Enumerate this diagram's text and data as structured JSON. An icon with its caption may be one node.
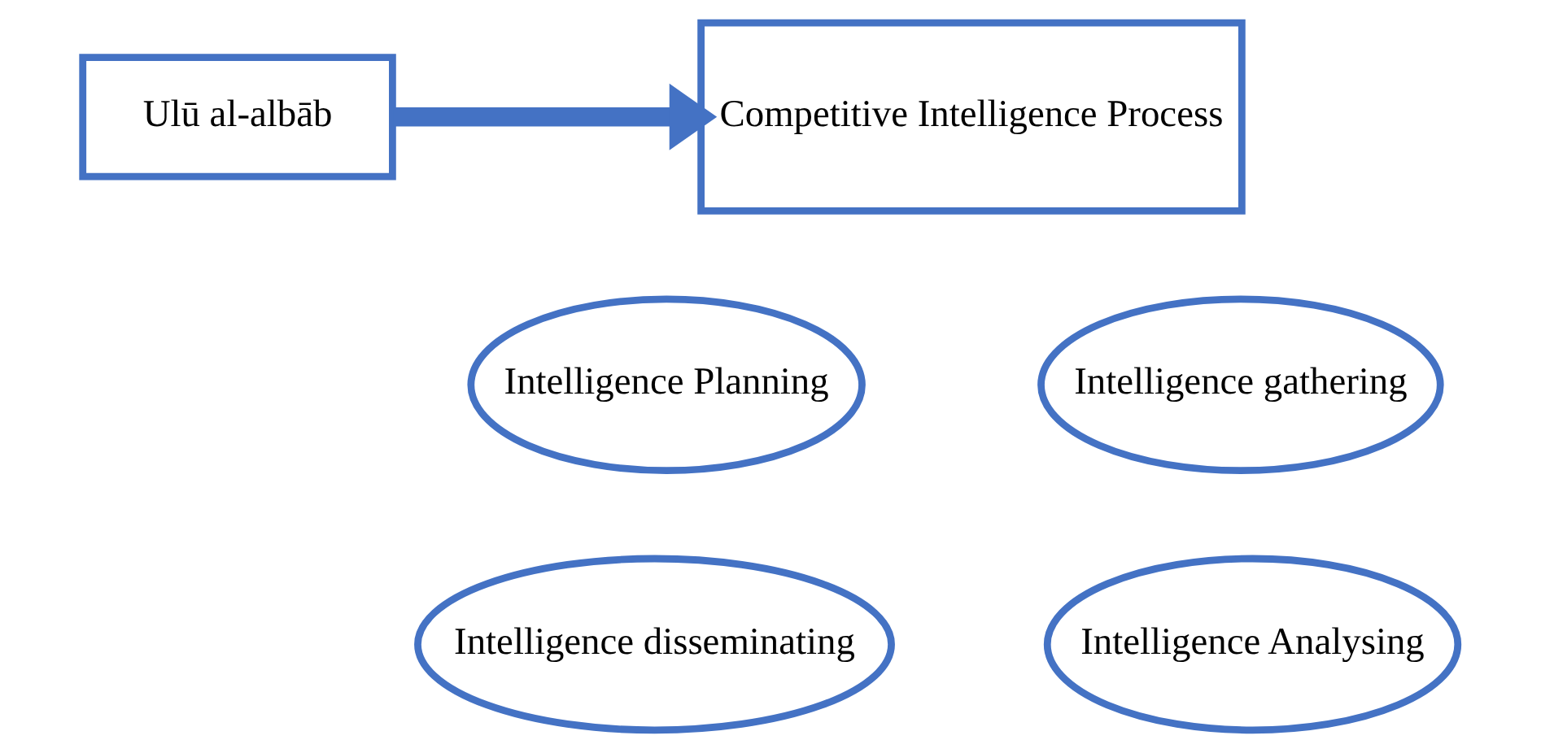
{
  "diagram": {
    "nodes": [
      {
        "text": [
          "Ulū al-albāb"
        ]
      },
      {
        "text": [
          "Competitive Intelligence Process"
        ]
      },
      {
        "text": [
          "Intelligence Planning"
        ]
      },
      {
        "text": [
          "Intelligence gathering"
        ]
      },
      {
        "text": [
          "Intelligence disseminating"
        ]
      },
      {
        "text": [
          "Intelligence Analysing"
        ]
      }
    ],
    "edges": [
      {
        "from": 0,
        "to": 1,
        "arrow": "to"
      }
    ]
  }
}
